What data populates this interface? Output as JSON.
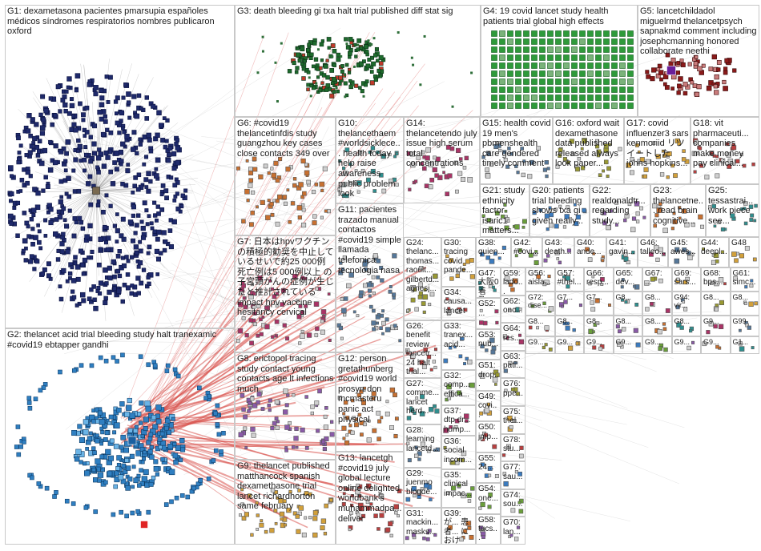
{
  "colors": {
    "background": "#ffffff",
    "panel_border": "#c8c8c8",
    "edge_gray": "#9a9a9a",
    "edge_red": "#d9534f",
    "g1_nodes": "#1f2a6b",
    "g2_nodes": "#2f7fc1",
    "g3_nodes": "#1e6b2d",
    "g4_nodes": "#2e9a3a",
    "g5_nodes": "#8b1a1a"
  },
  "groups": [
    {
      "id": "g1",
      "label": "G1: dexametasona pacientes pmarsupia españoles médicos síndromes respiratorios nombres publicaron oxford"
    },
    {
      "id": "g2",
      "label": "G2: thelancet acid trial bleeding study halt tranexamic #covid19 ebtapper gandhi"
    },
    {
      "id": "g3",
      "label": "G3: death bleeding gi txa halt trial published diff stat sig"
    },
    {
      "id": "g4",
      "label": "G4: 19 covid lancet study health patients trial global high effects"
    },
    {
      "id": "g5",
      "label": "G5: lancetchildadol miguelrmd thelancetpsych sapnakmd comment including josephcmanning honored collaborate neethi"
    },
    {
      "id": "g6",
      "label": "G6: #covid19 thelancetinfdis study guangzhou key cases close contacts 349 over"
    },
    {
      "id": "g7",
      "label": "G7: 日本はhpvワクチンの積極的勧奨を中止しているせいで約25 000例 死亡例は5 000例以上 の子宮頸がんの症例が生じたと推計されている impact hpv vaccine hesitancy cervical"
    },
    {
      "id": "g8",
      "label": "G8: erictopol tracing study contact young contacts age lt infections much"
    },
    {
      "id": "g9",
      "label": "G9: thelancet published matthancock spanish dexamethasone trial lancet richardhorton same february"
    },
    {
      "id": "g10",
      "label": "G10: thelancethaem #worldsicklece... health today help raise awareness public problem look"
    },
    {
      "id": "g11",
      "label": "G11: pacientes trazado manual contactos #covid19 simple llamada telefonica tecnologia nasa"
    },
    {
      "id": "g12",
      "label": "G12: person gretathunberg #covid19 world prosyn don mcmasteru panic act physical"
    },
    {
      "id": "g13",
      "label": "G13: lancetgh #covid19 july global lecture online delighted worldbank's muhammadpa... deliver"
    },
    {
      "id": "g14",
      "label": "G14: thelancetendo july issue high serum total concentrations"
    },
    {
      "id": "g15",
      "label": "G15: health covid 19 men's pbmenshealth care gendered timely comment"
    },
    {
      "id": "g16",
      "label": "G16: oxford wait dexamethasone data published released always look paper..."
    },
    {
      "id": "g17",
      "label": "G17: covid influenzer3 sars kenmoriid リツイートした johns hopkins..."
    },
    {
      "id": "g18",
      "label": "G18: vit pharmaceuti... companies make money pay clinical..."
    },
    {
      "id": "g19",
      "label": ""
    },
    {
      "id": "g20",
      "label": "G20: patients trial bleeding shows txa gi given really..."
    },
    {
      "id": "g21",
      "label": "G21: study ethnicity factor isaric1 matters..."
    },
    {
      "id": "g22",
      "label": "G22: realdonaldtr... regarding study..."
    },
    {
      "id": "g23",
      "label": "G23: thelancetne... read brain cognitive..."
    },
    {
      "id": "g24",
      "label": "G24: thelanc... thomas... raoult... gilbertd... agnesj..."
    },
    {
      "id": "g25",
      "label": "G25: tessastrai... work piece see..."
    },
    {
      "id": "g26",
      "label": "G26: benefit review lancetr... 24 halt trial..."
    },
    {
      "id": "g27",
      "label": "G27: comme... lancet herd..."
    },
    {
      "id": "g28",
      "label": "G28: learning lancetd..."
    },
    {
      "id": "g29",
      "label": "G29: juenmo blogde..."
    },
    {
      "id": "g30",
      "label": "G30: tracing covid pande..."
    },
    {
      "id": "g31",
      "label": "G31: mackin... masks..."
    },
    {
      "id": "g32",
      "label": "G32: comp... effica..."
    },
    {
      "id": "g33",
      "label": "G33: tranex... acid..."
    },
    {
      "id": "g34",
      "label": "G34: causa... lancet"
    },
    {
      "id": "g35",
      "label": "G35: clinical impac..."
    },
    {
      "id": "g36",
      "label": "G36: social incom..."
    },
    {
      "id": "g37",
      "label": "G37: dtp dr... hump..."
    },
    {
      "id": "g38",
      "label": "G38: quien..."
    },
    {
      "id": "g39",
      "label": "G39: が... 患者... における..."
    },
    {
      "id": "g40",
      "label": "G40: ande..."
    },
    {
      "id": "g41",
      "label": "G41: gavin..."
    },
    {
      "id": "g42",
      "label": "G42: #covi..."
    },
    {
      "id": "g43",
      "label": "G43: death..."
    },
    {
      "id": "g44",
      "label": "G44: deepl..."
    },
    {
      "id": "g45",
      "label": "G45: awes..."
    },
    {
      "id": "g46",
      "label": "G46: talleo..."
    },
    {
      "id": "g47",
      "label": "G47: 大阪0 着及..."
    },
    {
      "id": "g48",
      "label": "G48"
    },
    {
      "id": "g49",
      "label": "G49: covi..."
    },
    {
      "id": "g50",
      "label": "G50: jmp..."
    },
    {
      "id": "g51",
      "label": "G51: drop..."
    },
    {
      "id": "g52",
      "label": "G52: ..."
    },
    {
      "id": "g53",
      "label": "G53: nub..."
    },
    {
      "id": "g54",
      "label": "G54: one..."
    },
    {
      "id": "g55",
      "label": "G55: 24..."
    },
    {
      "id": "g56",
      "label": "G56: aisla..."
    },
    {
      "id": "g57",
      "label": "G57: #thel..."
    },
    {
      "id": "g58",
      "label": "G58: tucs..."
    },
    {
      "id": "g59",
      "label": "G59: lado..."
    },
    {
      "id": "g60",
      "label": "G60: sou..."
    },
    {
      "id": "g61",
      "label": "G61: simc..."
    },
    {
      "id": "g62",
      "label": "G62: onc..."
    },
    {
      "id": "g63",
      "label": "G63: pati..."
    },
    {
      "id": "g64",
      "label": "G64: res..."
    },
    {
      "id": "g65",
      "label": "G65: dev..."
    },
    {
      "id": "g66",
      "label": "G66: resp..."
    },
    {
      "id": "g67",
      "label": "G67: ..."
    },
    {
      "id": "g68",
      "label": "G68: bps..."
    },
    {
      "id": "g69",
      "label": "G69: sars..."
    },
    {
      "id": "g70",
      "label": "G70: lan..."
    },
    {
      "id": "g71",
      "label": "G71"
    },
    {
      "id": "g72",
      "label": "G72: dise..."
    },
    {
      "id": "g73",
      "label": "G7..."
    },
    {
      "id": "g74",
      "label": "G74: sou..."
    },
    {
      "id": "g75",
      "label": "G75: thel..."
    },
    {
      "id": "g76",
      "label": "G76: ppe..."
    },
    {
      "id": "g77",
      "label": "G77: sau..."
    },
    {
      "id": "g78",
      "label": "G78: stu..."
    },
    {
      "id": "g79",
      "label": "G7..."
    },
    {
      "id": "g80",
      "label": "G8..."
    },
    {
      "id": "g81",
      "label": "G8..."
    },
    {
      "id": "g82",
      "label": "G8..."
    },
    {
      "id": "g83",
      "label": "G8..."
    },
    {
      "id": "g84",
      "label": "G8..."
    },
    {
      "id": "g85",
      "label": "G8..."
    },
    {
      "id": "g86",
      "label": "G8..."
    },
    {
      "id": "g87",
      "label": "G8..."
    },
    {
      "id": "g88",
      "label": "G8..."
    },
    {
      "id": "g89",
      "label": "G8..."
    },
    {
      "id": "g90",
      "label": "G9..."
    },
    {
      "id": "g91",
      "label": "G9..."
    },
    {
      "id": "g92",
      "label": "G9..."
    },
    {
      "id": "g93",
      "label": "G9..."
    },
    {
      "id": "g94",
      "label": "G94: vir..."
    },
    {
      "id": "g95",
      "label": "G9..."
    },
    {
      "id": "g96",
      "label": "G9..."
    },
    {
      "id": "g97",
      "label": "G9..."
    },
    {
      "id": "g98",
      "label": "G9..."
    },
    {
      "id": "g99",
      "label": "G99"
    },
    {
      "id": "g100",
      "label": "G1..."
    }
  ]
}
